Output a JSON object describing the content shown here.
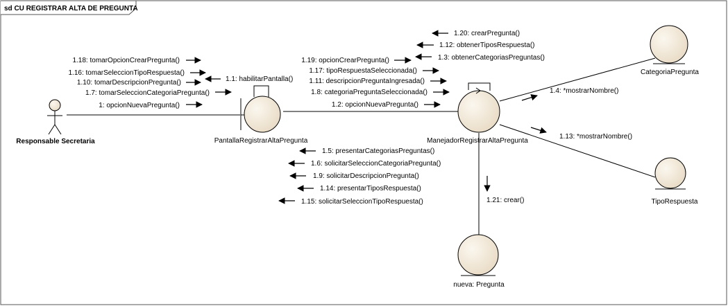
{
  "frame": {
    "title": "sd CU REGISTRAR ALTA DE PREGUNTA"
  },
  "objects": {
    "actor": "Responsable Secretaria",
    "boundary": "PantallaRegistrarAltaPregunta",
    "control": "ManejadorRegistrarAltaPregunta",
    "entity_categoria": "CategoriaPregunta",
    "entity_tipo": "TipoRespuesta",
    "entity_nueva": "nueva: Pregunta"
  },
  "messages": {
    "actor_to_boundary": [
      "1.18: tomarOpcionCrearPregunta()",
      "1.16: tomarSeleccionTipoRespuesta()",
      "1.10: tomarDescripcionPregunta()",
      "1.7: tomarSeleccionCategoriaPregunta()",
      "1: opcionNuevaPregunta()"
    ],
    "boundary_self": "1.1: habilitarPantalla()",
    "boundary_to_control": [
      "1.19: opcionCrearPregunta()",
      "1.17: tipoRespuestaSeleccionada()",
      "1.11: descripcionPreguntaIngresada()",
      "1.8: categoriaPreguntaSeleccionada()",
      "1.2: opcionNuevaPregunta()"
    ],
    "control_self": [
      "1.20: crearPregunta()",
      "1.12: obtenerTiposRespuesta()",
      "1.3: obtenerCategoriasPreguntas()"
    ],
    "control_to_boundary": [
      "1.5: presentarCategoriasPreguntas()",
      "1.6: solicitarSeleccionCategoriaPregunta()",
      "1.9: solicitarDescripcionPregunta()",
      "1.14: presentarTiposRespuesta()",
      "1.15: solicitarSeleccionTipoRespuesta()"
    ],
    "to_categoria": "1.4: *mostrarNombre()",
    "to_tipo": "1.13: *mostrarNombre()",
    "to_nueva": "1.21: crear()"
  }
}
